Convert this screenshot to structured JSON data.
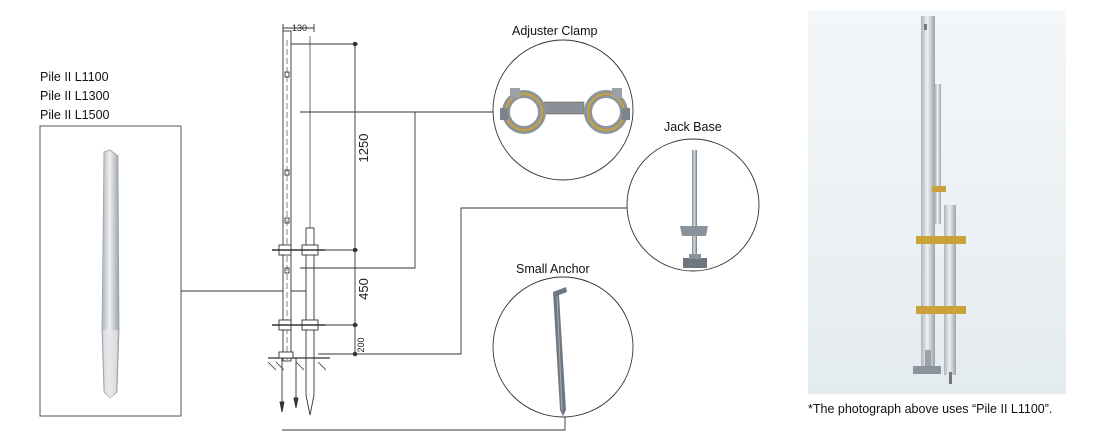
{
  "pile_names": [
    "Pile II  L1100",
    "Pile II  L1300",
    "Pile II  L1500"
  ],
  "components": {
    "adjuster_clamp": "Adjuster Clamp",
    "jack_base": "Jack Base",
    "small_anchor": "Small Anchor"
  },
  "dimensions": {
    "top_width": "130",
    "upper_span": "1250",
    "middle_span": "450",
    "lower_span": "200"
  },
  "photo_caption": "*The photograph above uses “Pile II L1100”.",
  "colors": {
    "line": "#333333",
    "steel": "#c9ced3",
    "steel_dark": "#8e969d",
    "brass": "#c9a23a",
    "photo_bg": "#eef3f6"
  }
}
